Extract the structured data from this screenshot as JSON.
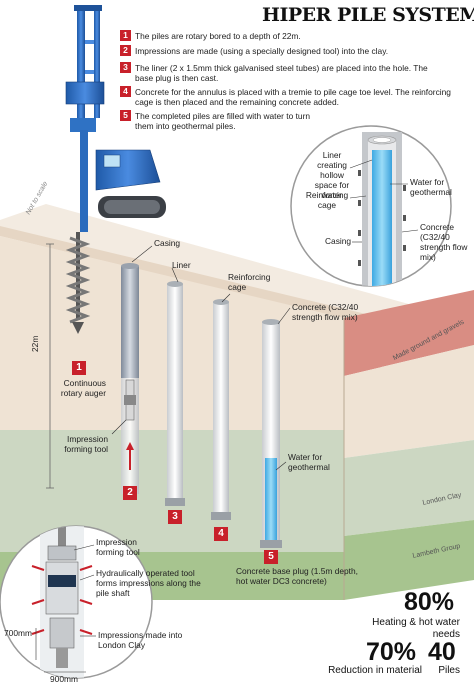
{
  "title": "HIPER PILE SYSTEM",
  "steps": [
    {
      "number": "1",
      "text": "The piles are rotary bored to a depth of 22m."
    },
    {
      "number": "2",
      "text": "Impressions are made (using a specially designed tool) into the clay."
    },
    {
      "number": "3",
      "text": "The liner (2 x 1.5mm thick galvanised steel tubes) are placed into the hole. The base plug is then cast."
    },
    {
      "number": "4",
      "text": "Concrete for the annulus is placed with a tremie to pile cage toe level. The reinforcing cage is then placed and the remaining concrete added."
    },
    {
      "number": "5",
      "text": "The completed piles are filled with water to turn them into geothermal piles."
    }
  ],
  "labels": {
    "not_to_scale": "Not to scale",
    "depth": "22m",
    "auger": "Continuous rotary auger",
    "impression_tool": "Impression forming tool",
    "casing": "Casing",
    "liner": "Liner",
    "reinforcing_cage": "Reinforcing cage",
    "concrete": "Concrete (C32/40 strength flow mix)",
    "water": "Water for geothermal",
    "base_plug": "Concrete base plug (1.5m depth, hot water DC3 concrete)",
    "made_ground": "Made ground and gravels",
    "london_clay": "London Clay",
    "lambeth_group": "Lambeth Group"
  },
  "inset_top": {
    "liner": "Liner creating hollow space for water",
    "cage": "Reinforcing cage",
    "casing": "Casing",
    "water": "Water for geothermal",
    "concrete": "Concrete (C32/40 strength flow mix)"
  },
  "inset_bottom": {
    "tool": "Impression forming tool",
    "hydraulic": "Hydraulically operated tool forms impressions along the pile shaft",
    "impressions": "Impressions made into London Clay",
    "depth": "700mm",
    "width": "900mm"
  },
  "stats": [
    {
      "value": "80%",
      "label": "Heating & hot water needs"
    },
    {
      "value": "70%",
      "label": "Reduction in material"
    },
    {
      "value": "40",
      "label": "Piles"
    }
  ],
  "colors": {
    "accent_red": "#c8202a",
    "rig_blue": "#2f72c4",
    "water_blue": "#6fc6ee",
    "made_ground": "#d98d83",
    "london_clay": "#ccd7c2",
    "lambeth": "#a7c48f",
    "sand": "#efe3d4"
  }
}
